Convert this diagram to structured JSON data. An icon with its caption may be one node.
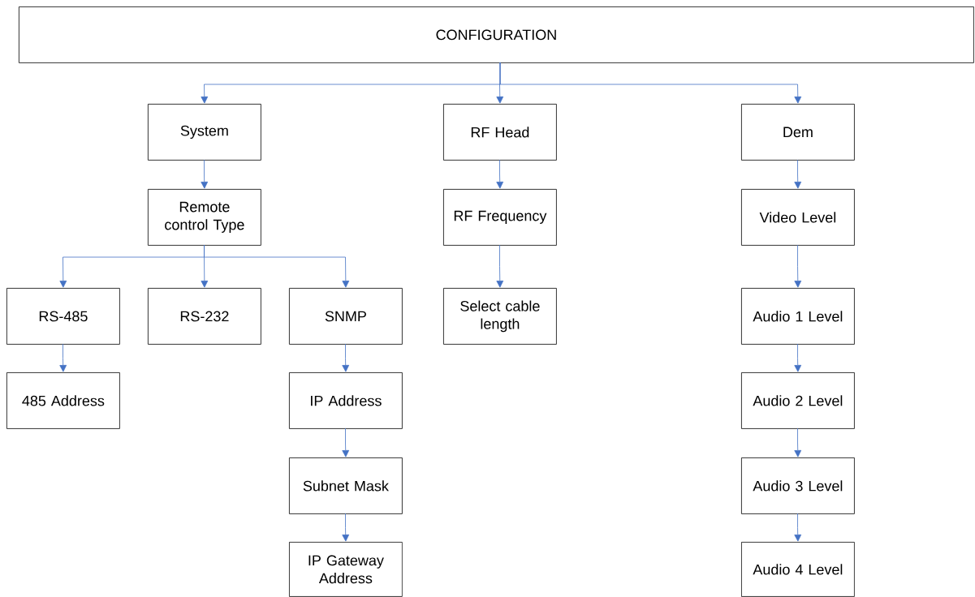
{
  "diagram": {
    "nodes": [
      {
        "text": [
          "CONFIGURATION"
        ]
      },
      {
        "text": [
          "System"
        ]
      },
      {
        "text": [
          "RF Head"
        ]
      },
      {
        "text": [
          "Dem"
        ]
      },
      {
        "text": [
          "Remote control Type"
        ]
      },
      {
        "text": [
          "RF Frequency"
        ]
      },
      {
        "text": [
          "Video Level"
        ]
      },
      {
        "text": [
          "RS-485"
        ]
      },
      {
        "text": [
          "RS-232"
        ]
      },
      {
        "text": [
          "SNMP"
        ]
      },
      {
        "text": [
          "Select cable length"
        ]
      },
      {
        "text": [
          "Audio 1 Level"
        ]
      },
      {
        "text": [
          "485 Address"
        ]
      },
      {
        "text": [
          "IP Address"
        ]
      },
      {
        "text": [
          "Audio 2 Level"
        ]
      },
      {
        "text": [
          "Subnet Mask"
        ]
      },
      {
        "text": [
          "Audio 3 Level"
        ]
      },
      {
        "text": [
          "IP Gateway Address"
        ]
      },
      {
        "text": [
          "Audio 4 Level"
        ]
      }
    ],
    "edges": [
      {
        "from": 0,
        "to": 1,
        "arrow": "to"
      },
      {
        "from": 0,
        "to": 2,
        "arrow": "to"
      },
      {
        "from": 0,
        "to": 3,
        "arrow": "to"
      },
      {
        "from": 1,
        "to": 4,
        "arrow": "to"
      },
      {
        "from": 2,
        "to": 5,
        "arrow": "to"
      },
      {
        "from": 3,
        "to": 6,
        "arrow": "to"
      },
      {
        "from": 4,
        "to": 7,
        "arrow": "to"
      },
      {
        "from": 4,
        "to": 8,
        "arrow": "to"
      },
      {
        "from": 4,
        "to": 9,
        "arrow": "to"
      },
      {
        "from": 5,
        "to": 10,
        "arrow": "to"
      },
      {
        "from": 6,
        "to": 11,
        "arrow": "to"
      },
      {
        "from": 7,
        "to": 12,
        "arrow": "to"
      },
      {
        "from": 9,
        "to": 13,
        "arrow": "to"
      },
      {
        "from": 11,
        "to": 14,
        "arrow": "to"
      },
      {
        "from": 13,
        "to": 15,
        "arrow": "to"
      },
      {
        "from": 14,
        "to": 16,
        "arrow": "to"
      },
      {
        "from": 15,
        "to": 17,
        "arrow": "to"
      },
      {
        "from": 16,
        "to": 18,
        "arrow": "to"
      }
    ]
  }
}
